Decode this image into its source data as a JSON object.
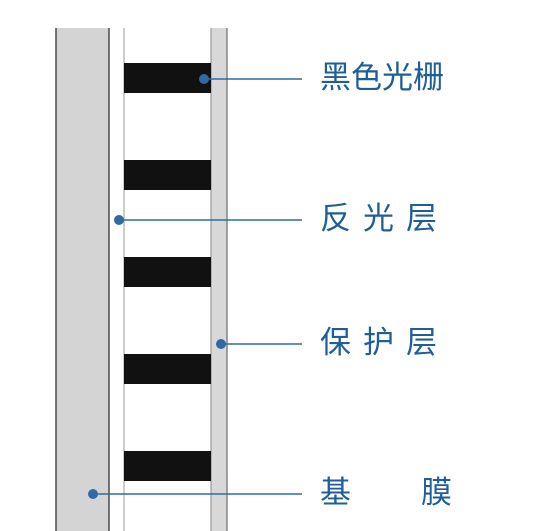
{
  "labels": {
    "grating": "黑色光栅",
    "reflective": "反光层",
    "protective": "保护层",
    "substrate": "基膜"
  },
  "colors": {
    "substrate_fill": "#d4d4d4",
    "layer_edge": "#4a4a4a",
    "reflective_fill": "#ffffff",
    "protective_fill": "#d8d8d8",
    "grating_bar": "#111111",
    "leader_line": "#2f6aa6",
    "label_text": "#1f5e97"
  }
}
